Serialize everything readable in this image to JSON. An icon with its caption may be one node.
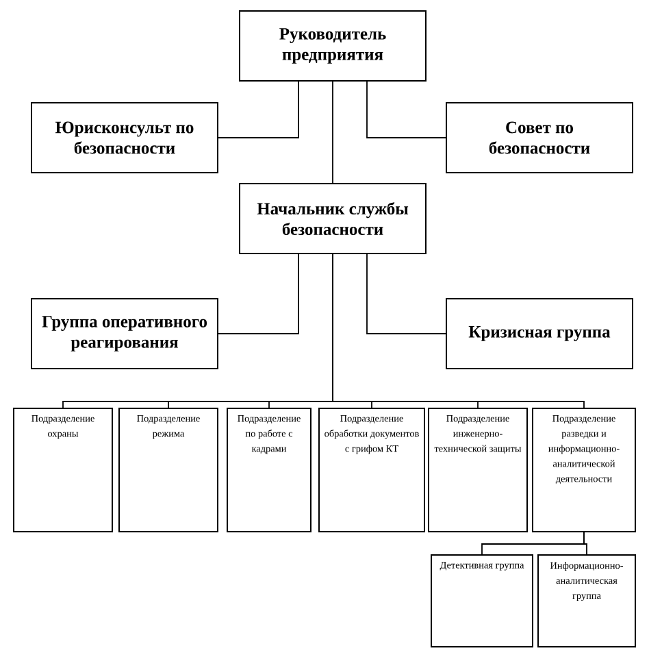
{
  "diagram": {
    "nodes": [
      {
        "text": [
          "Руководитель предприятия"
        ]
      },
      {
        "text": [
          "Юрисконсульт по безопасности"
        ]
      },
      {
        "text": [
          "Совет по безопасности"
        ]
      },
      {
        "text": [
          "Начальник службы безопасности"
        ]
      },
      {
        "text": [
          "Группа оперативного реагирования"
        ]
      },
      {
        "text": [
          "Кризисная группа"
        ]
      },
      {
        "text": [
          "Подразделение охраны"
        ]
      },
      {
        "text": [
          "Подразделение режима"
        ]
      },
      {
        "text": [
          "Подразделение по работе с кадрами"
        ]
      },
      {
        "text": [
          "Подразделение обработки документов с грифом КТ"
        ]
      },
      {
        "text": [
          "Подразделение инженерно-технической защиты"
        ]
      },
      {
        "text": [
          "Подразделение разведки и информационно-аналитической деятельности"
        ]
      },
      {
        "text": [
          "Детективная группа"
        ]
      },
      {
        "text": [
          "Информационно-аналитическая группа"
        ]
      }
    ],
    "edges": [
      {
        "from": 0,
        "to": 1,
        "arrow": "none"
      },
      {
        "from": 0,
        "to": 2,
        "arrow": "none"
      },
      {
        "from": 0,
        "to": 3,
        "arrow": "none"
      },
      {
        "from": 3,
        "to": 4,
        "arrow": "none"
      },
      {
        "from": 3,
        "to": 5,
        "arrow": "none"
      },
      {
        "from": 3,
        "to": 6,
        "arrow": "none"
      },
      {
        "from": 3,
        "to": 7,
        "arrow": "none"
      },
      {
        "from": 3,
        "to": 8,
        "arrow": "none"
      },
      {
        "from": 3,
        "to": 9,
        "arrow": "none"
      },
      {
        "from": 3,
        "to": 10,
        "arrow": "none"
      },
      {
        "from": 3,
        "to": 11,
        "arrow": "none"
      },
      {
        "from": 11,
        "to": 12,
        "arrow": "none"
      },
      {
        "from": 11,
        "to": 13,
        "arrow": "none"
      }
    ]
  }
}
